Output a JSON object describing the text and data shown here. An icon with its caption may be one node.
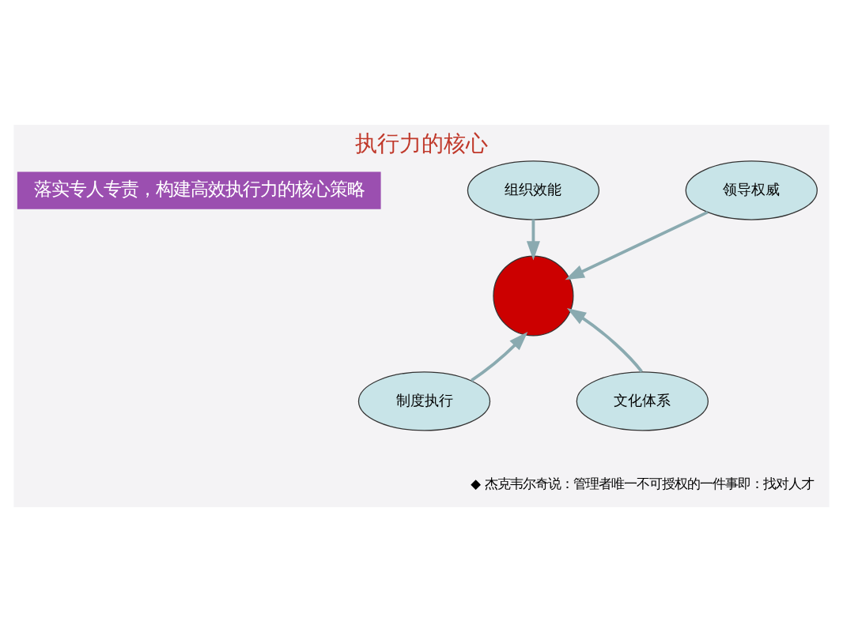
{
  "diagram": {
    "title": "执行力的核心",
    "caption": "落实专人专责，构建高效执行力的核心策略",
    "nodes": [
      {
        "text": [
          "组织效能"
        ]
      },
      {
        "text": [
          "领导权威"
        ]
      },
      {
        "text": [],
        "shape": "circle"
      },
      {
        "text": [
          "制度执行"
        ]
      },
      {
        "text": [
          "文化体系"
        ]
      }
    ],
    "edges": [
      {
        "from": 0,
        "to": 2,
        "arrow": "to"
      },
      {
        "from": 1,
        "to": 2,
        "arrow": "to"
      },
      {
        "from": 3,
        "to": 2,
        "arrow": "to"
      },
      {
        "from": 4,
        "to": 2,
        "arrow": "to"
      }
    ],
    "labels": [
      "◆ 杰克韦尔奇说：管理者唯一不可授权的一件事即：找对人才"
    ]
  }
}
